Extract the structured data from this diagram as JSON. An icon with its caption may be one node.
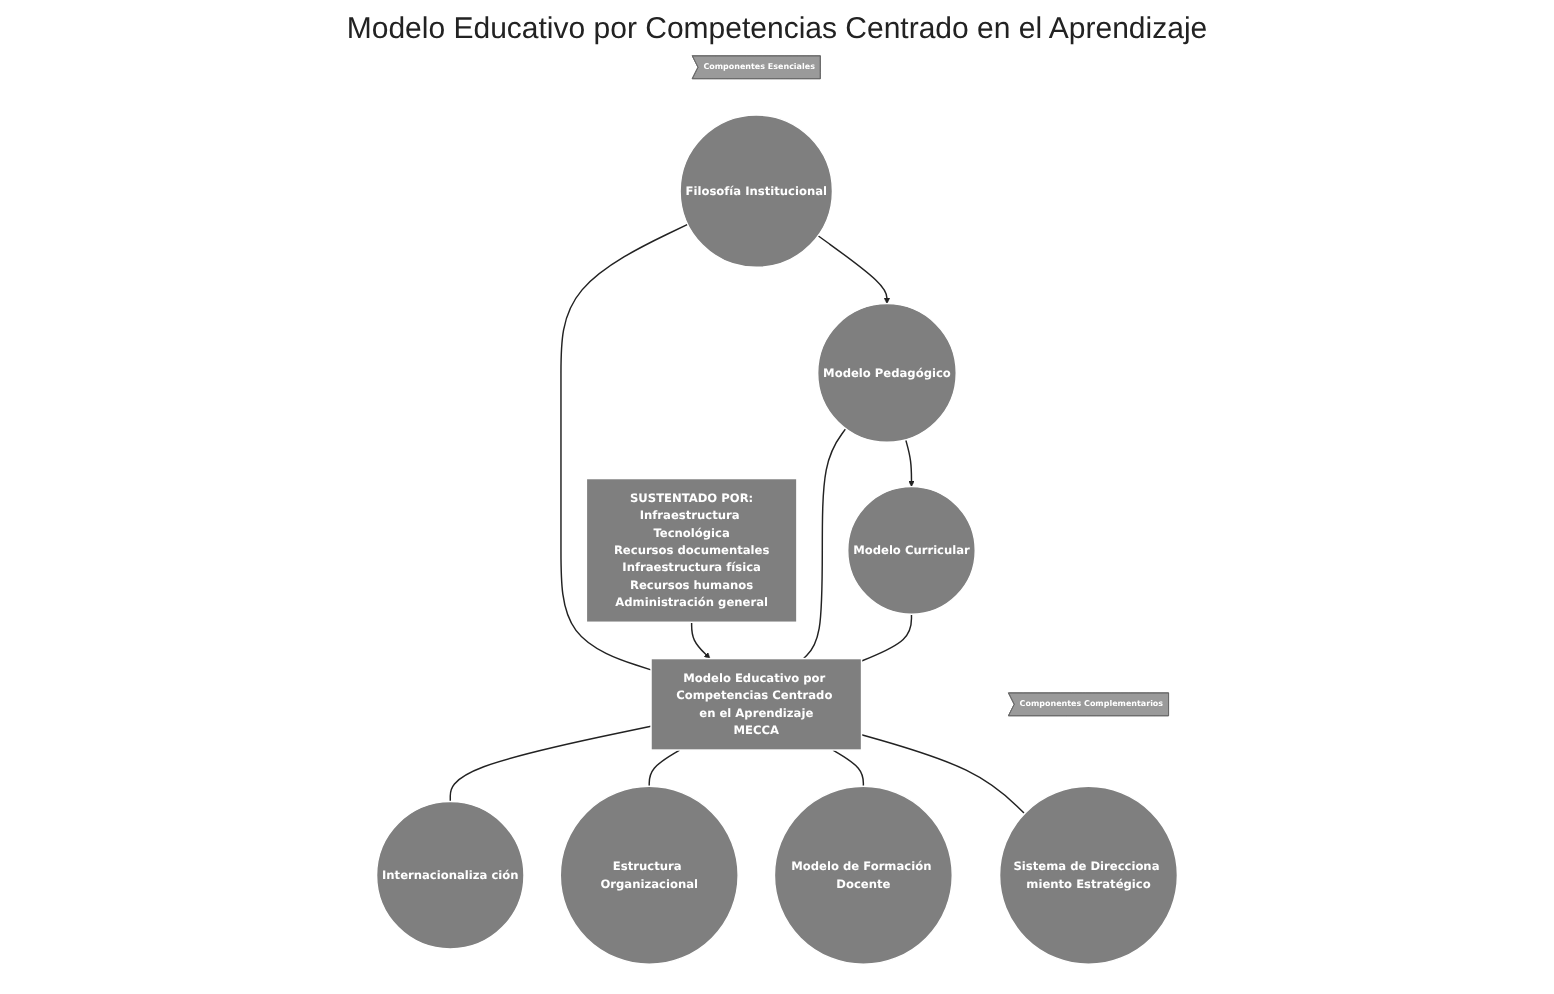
{
  "diagram": {
    "title": "Modelo Educativo por Competencias Centrado en el Aprendizaje",
    "nodes": [
      {
        "text": [
          "Componentes Esenciales"
        ]
      },
      {
        "text": [
          "Filosofía Institucional"
        ]
      },
      {
        "text": [
          "Modelo Pedagógico"
        ]
      },
      {
        "text": [
          "Modelo Curricular"
        ]
      },
      {
        "text": [
          "SUSTENTADO POR:",
          "Infraestructura Tecnológica",
          "Recursos documentales",
          "Infraestructura física",
          "Recursos humanos",
          "Administración general"
        ]
      },
      {
        "text": [
          "Modelo Educativo por Competencias Centrado en el Aprendizaje",
          "MECCA"
        ]
      },
      {
        "text": [
          "Componentes Complementarios"
        ]
      },
      {
        "text": [
          "Sistema de Direcciona miento Estratégico"
        ]
      },
      {
        "text": [
          "Modelo de Formación Docente"
        ]
      },
      {
        "text": [
          "Estructura Organizacional"
        ]
      },
      {
        "text": [
          "Internacionaliza ción"
        ]
      }
    ],
    "edges": [
      {
        "from": 1,
        "to": 2,
        "arrow": "to"
      },
      {
        "from": 2,
        "to": 3,
        "arrow": "to"
      },
      {
        "from": 1,
        "to": 5,
        "arrow": "none"
      },
      {
        "from": 2,
        "to": 5,
        "arrow": "none"
      },
      {
        "from": 3,
        "to": 5,
        "arrow": "none"
      },
      {
        "from": 4,
        "to": 5,
        "arrow": "to"
      },
      {
        "from": 5,
        "to": 7,
        "arrow": "none"
      },
      {
        "from": 5,
        "to": 8,
        "arrow": "none"
      },
      {
        "from": 5,
        "to": 9,
        "arrow": "none"
      },
      {
        "from": 5,
        "to": 10,
        "arrow": "none"
      }
    ]
  }
}
